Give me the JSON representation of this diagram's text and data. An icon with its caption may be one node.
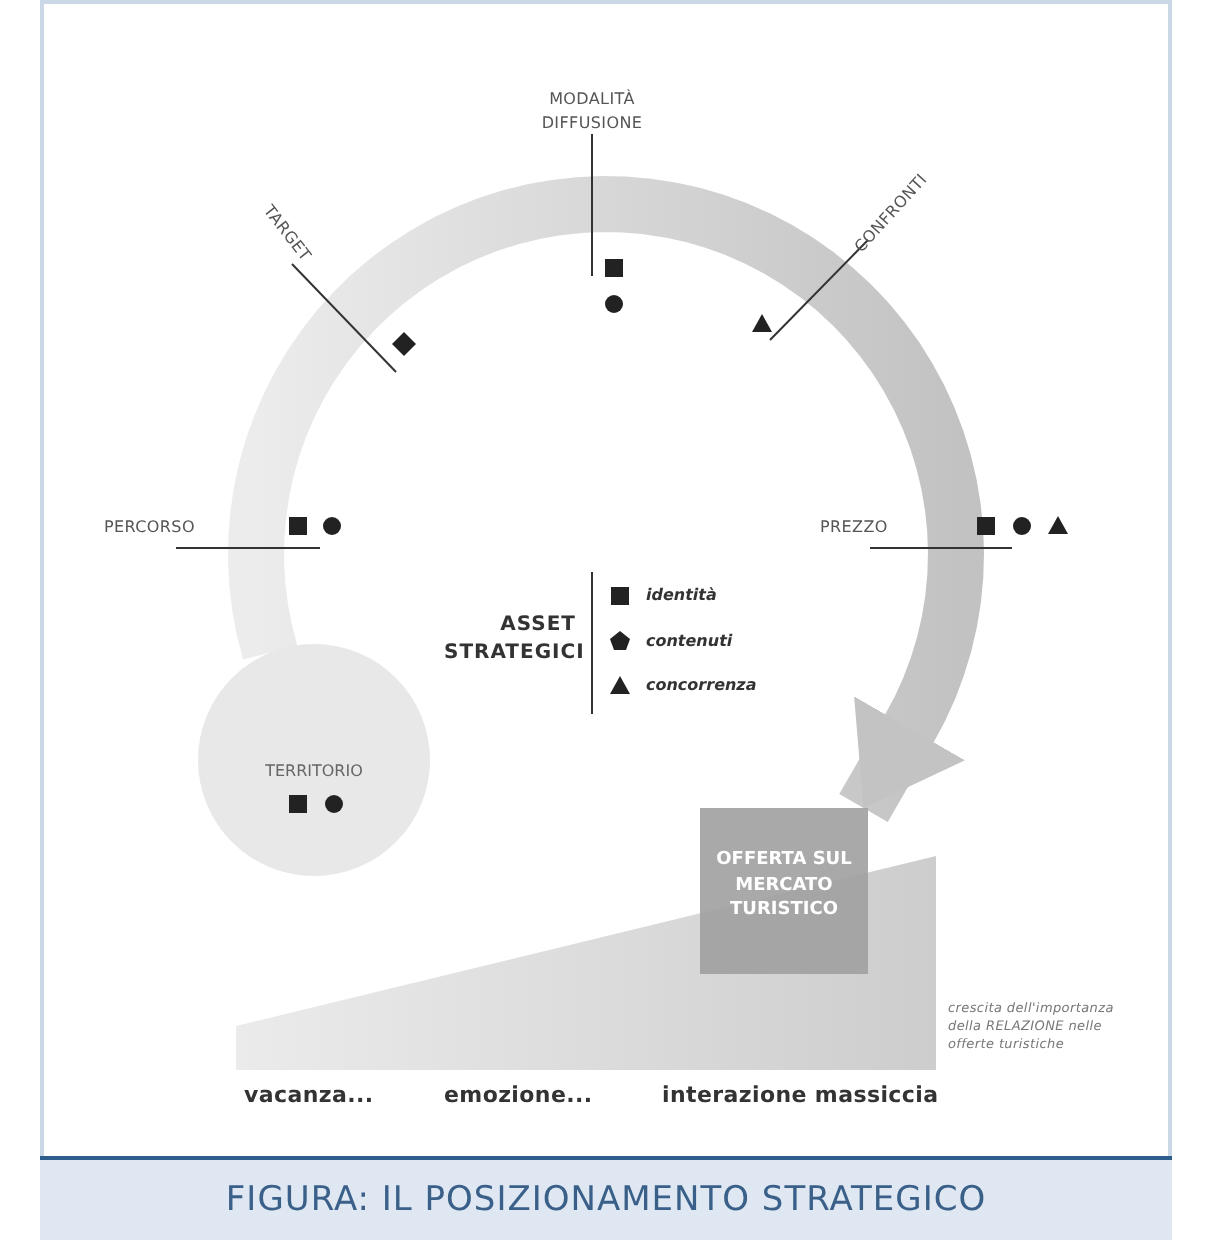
{
  "diagram": {
    "caption": "FIGURA: IL POSIZIONAMENTO STRATEGICO",
    "nodes": [
      {
        "text": [
          "TERRITORIO"
        ]
      },
      {
        "text": [
          "OFFERTA SUL MERCATO TURISTICO"
        ]
      }
    ],
    "edges": [
      {
        "from": 0,
        "to": 1,
        "arrow": "to"
      }
    ],
    "labels": [
      "MODALITÀ DIFFUSIONE",
      "TARGET",
      "CONFRONTI",
      "PERCORSO",
      "PREZZO",
      "ASSET STRATEGICI",
      "crescita dell'importanza della RELAZIONE nelle offerte turistiche",
      "vacanza...",
      "emozione...",
      "interazione massiccia"
    ],
    "legend": [
      {
        "text": "identità"
      },
      {
        "text": "contenuti"
      },
      {
        "text": "concorrenza"
      }
    ]
  }
}
